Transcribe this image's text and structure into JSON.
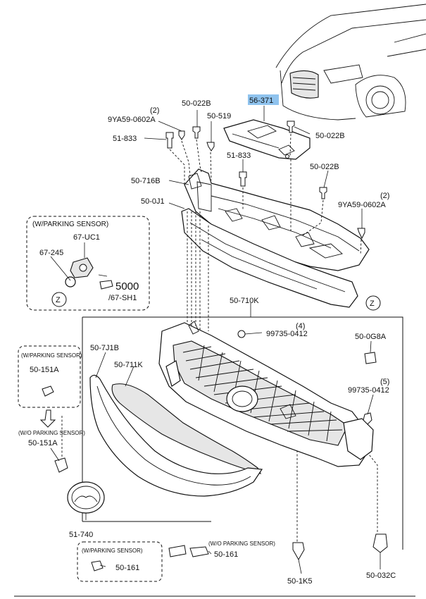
{
  "parts": {
    "p56_371": "56-371",
    "p50_022b_a": "50-022B",
    "p50_519": "50-519",
    "p9ya59_qty_a": "(2)",
    "p9ya59_a": "9YA59-0602A",
    "p51_833_a": "51-833",
    "p50_022b_b": "50-022B",
    "p51_833_b": "51-833",
    "p50_022b_c": "50-022B",
    "p50_716b": "50-716B",
    "p9ya59_qty_b": "(2)",
    "p9ya59_b": "9YA59-0602A",
    "p50_0j1": "50-0J1",
    "p50_710k": "50-710K",
    "p99735_qty_a": "(4)",
    "p99735_a": "99735-0412",
    "p50_0g8a": "50-0G8A",
    "p99735_qty_b": "(5)",
    "p99735_b": "99735-0412",
    "p50_7j1b": "50-7J1B",
    "p50_711k": "50-711K",
    "p50_151a_a": "50-151A",
    "p50_151a_b": "50-151A",
    "p51_740": "51-740",
    "p50_161_a": "50-161",
    "p50_161_b": "50-161",
    "p50_1k5": "50-1K5",
    "p50_032c": "50-032C",
    "p67_uc1": "67-UC1",
    "p67_245": "67-245",
    "p5000": "5000",
    "p67_sh1": "/67-SH1"
  },
  "notes": {
    "w_parking_main": "(W/PARKING SENSOR)",
    "w_parking_left": "(W/PARKING SENSOR)",
    "wo_parking_left": "(W/O PARKING SENSOR)",
    "w_parking_bottom": "(W/PARKING SENSOR)",
    "wo_parking_bottom": "(W/O PARKING SENSOR)"
  },
  "callouts": {
    "z_main": "Z",
    "z_sensor": "Z"
  },
  "colors": {
    "highlight": "#8fc3ee",
    "line": "#111111"
  }
}
